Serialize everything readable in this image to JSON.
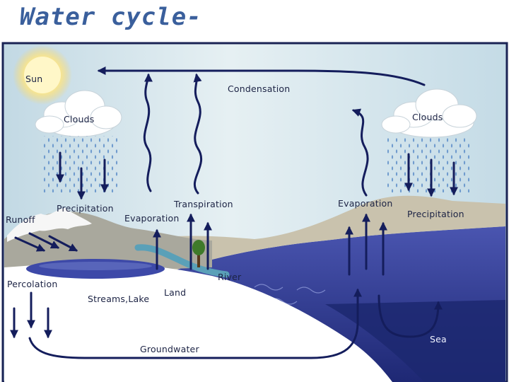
{
  "title": "Water cycle-",
  "diagram": {
    "labels": {
      "sun": "Sun",
      "condensation": "Condensation",
      "clouds_left": "Clouds",
      "clouds_right": "Clouds",
      "runoff": "Runoff",
      "precipitation_left": "Precipitation",
      "evaporation_left": "Evaporation",
      "transpiration": "Transpiration",
      "evaporation_right": "Evaporation",
      "precipitation_right": "Precipitation",
      "percolation": "Percolation",
      "river": "River",
      "streams_lake": "Streams,Lake",
      "land": "Land",
      "groundwater": "Groundwater",
      "sea": "Sea"
    },
    "colors": {
      "title": "#3a5f9c",
      "arrow": "#141d5c",
      "sky": "#cfe2ea",
      "sea": "#3b45a0",
      "deep_sea": "#1f2a78",
      "land": "#ffffff",
      "frame": "#1a2354"
    }
  }
}
